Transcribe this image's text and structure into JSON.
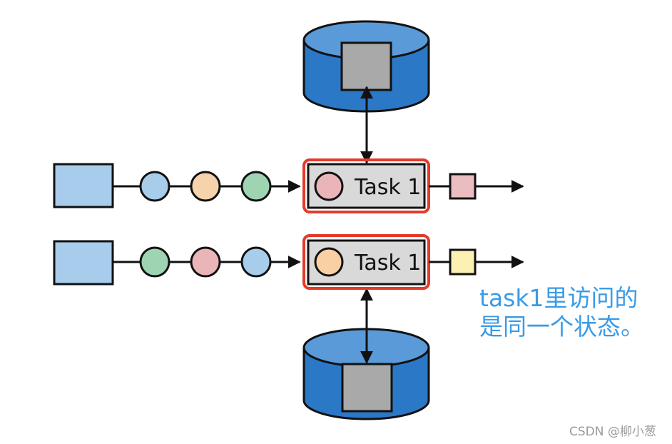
{
  "tasks": [
    {
      "label": "Task 1",
      "inner_color": "#e9b5b9",
      "source_color": "#a8ccec",
      "events": [
        "#a8cdea",
        "#f7d3ac",
        "#9fd4b3"
      ],
      "output_color": "#ebbcc0"
    },
    {
      "label": "Task 1",
      "inner_color": "#f9d0a3",
      "source_color": "#a8ccec",
      "events": [
        "#9fd4b3",
        "#e9b5b9",
        "#a8cdea"
      ],
      "output_color": "#fbf1b3"
    }
  ],
  "colors": {
    "state_store_blue": "#2b78c6",
    "state_block_gray": "#a9a9a9",
    "highlight_red": "#e53a2a",
    "task_fill": "#d9d9d9",
    "annotation_blue": "#3a9be6"
  },
  "annotation": {
    "line1": "task1里访问的",
    "line2": "是同一个状态。"
  },
  "watermark": "CSDN @柳小葱"
}
